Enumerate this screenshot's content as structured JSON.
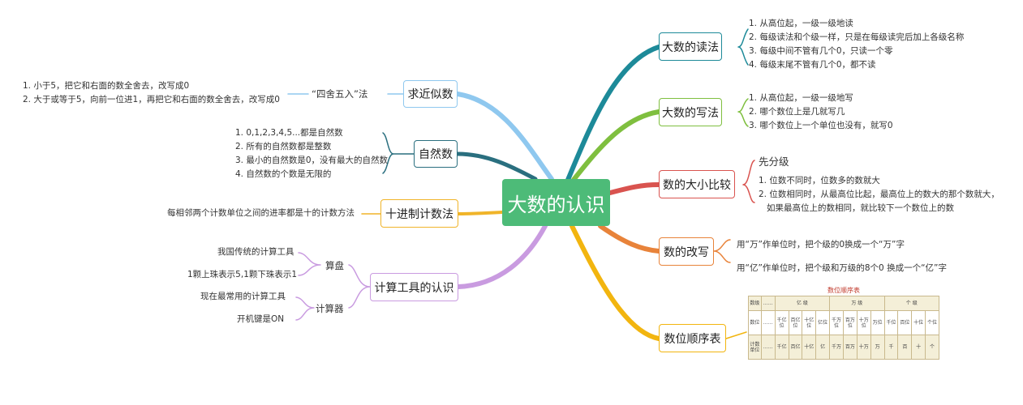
{
  "center": "大数的认识",
  "right": {
    "reading": {
      "title": "大数的读法",
      "items": [
        "1. 从高位起，一级一级地读",
        "2. 每级读法和个级一样，只是在每级读完后加上各级名称",
        "3. 每级中间不管有几个0，只读一个零",
        "4. 每级末尾不管有几个0，都不读"
      ]
    },
    "writing": {
      "title": "大数的写法",
      "items": [
        "1. 从高位起，一级一级地写",
        "2. 哪个数位上是几就写几",
        "3. 哪个数位上一个单位也没有，就写0"
      ]
    },
    "compare": {
      "title": "数的大小比较",
      "sub": "先分级",
      "items": [
        "1. 位数不同时，位数多的数就大",
        "2. 位数相同时，从最高位比起，最高位上的数大的那个数就大，",
        "   如果最高位上的数相同，就比较下一个数位上的数"
      ]
    },
    "rewrite": {
      "title": "数的改写",
      "items": [
        "用“万”作单位时，把个级的0换成一个“万”字",
        "用“亿”作单位时，把个级和万级的8个0 换成一个“亿”字"
      ]
    },
    "order": {
      "title": "数位顺序表",
      "table_title": "数位顺序表",
      "row_labels": [
        "数级",
        "数位",
        "计数单位"
      ],
      "levels": [
        "……",
        "亿 级",
        "万 级",
        "个 级"
      ],
      "positions": [
        "……",
        "千亿位",
        "百亿位",
        "十亿位",
        "亿位",
        "千万位",
        "百万位",
        "十万位",
        "万位",
        "千位",
        "百位",
        "十位",
        "个位"
      ],
      "units": [
        "……",
        "千亿",
        "百亿",
        "十亿",
        "亿",
        "千万",
        "百万",
        "十万",
        "万",
        "千",
        "百",
        "十",
        "个"
      ]
    }
  },
  "left": {
    "approx": {
      "title": "求近似数",
      "method": "“四舍五入”法",
      "items": [
        "1. 小于5，把它和右面的数全舍去，改写成0",
        "2. 大于或等于5，向前一位进1，再把它和右面的数全舍去，改写成0"
      ]
    },
    "natural": {
      "title": "自然数",
      "items": [
        "1. 0,1,2,3,4,5...都是自然数",
        "2. 所有的自然数都是整数",
        "3. 最小的自然数是0，没有最大的自然数",
        "4. 自然数的个数是无限的"
      ]
    },
    "decimal": {
      "title": "十进制计数法",
      "text": "每相邻两个计数单位之间的进率都是十的计数方法"
    },
    "tools": {
      "title": "计算工具的认识",
      "abacus": {
        "title": "算盘",
        "items": [
          "我国传统的计算工具",
          "1颗上珠表示5,1颗下珠表示1"
        ]
      },
      "calc": {
        "title": "计算器",
        "items": [
          "现在最常用的计算工具",
          "开机键是ON"
        ]
      }
    }
  },
  "colors": {
    "reading": "#1d8a99",
    "writing": "#7fbf3f",
    "compare": "#d9534f",
    "rewrite": "#e8833a",
    "order": "#f2b50f",
    "approx": "#8fc8ef",
    "natural": "#2a6f7f",
    "decimal": "#f0b429",
    "tools": "#c99be0",
    "center": "#4dbb78"
  }
}
